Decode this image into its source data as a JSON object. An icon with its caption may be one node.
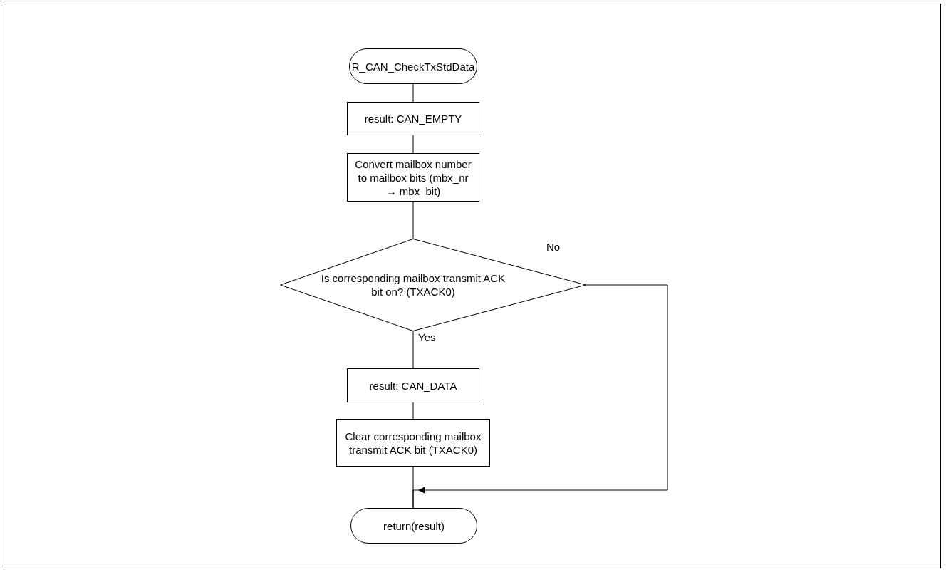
{
  "diagram": {
    "nodes": [
      {
        "text": [
          "R_CAN_CheckTxStdData"
        ]
      },
      {
        "text": [
          "result: CAN_EMPTY"
        ]
      },
      {
        "text": [
          "Convert mailbox number to mailbox bits (mbx_nr → mbx_bit)"
        ]
      },
      {
        "text": [
          "Is corresponding mailbox transmit ACK bit on? (TXACK0)"
        ]
      },
      {
        "text": [
          "result: CAN_DATA"
        ]
      },
      {
        "text": [
          "Clear corresponding mailbox transmit ACK bit (TXACK0)"
        ]
      },
      {
        "text": [
          "return(result)"
        ]
      }
    ],
    "edges": [
      {
        "from": 0,
        "to": 1,
        "arrow": "none"
      },
      {
        "from": 1,
        "to": 2,
        "arrow": "none"
      },
      {
        "from": 2,
        "to": 3,
        "arrow": "none"
      },
      {
        "from": 3,
        "to": 4,
        "arrow": "none",
        "label": "Yes"
      },
      {
        "from": 4,
        "to": 5,
        "arrow": "none"
      },
      {
        "from": 5,
        "to": 6,
        "arrow": "none"
      },
      {
        "from": 3,
        "to": 6,
        "arrow": "to",
        "label": "No"
      }
    ]
  }
}
